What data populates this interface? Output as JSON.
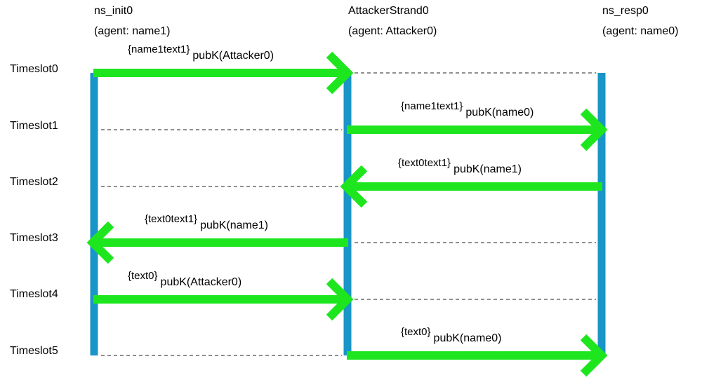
{
  "colors": {
    "lifeline": "#1a95c7",
    "arrow": "#1ee61e",
    "dashed": "#222222"
  },
  "agents": [
    {
      "name": "ns_init0",
      "role": "(agent: name1)"
    },
    {
      "name": "AttackerStrand0",
      "role": "(agent: Attacker0)"
    },
    {
      "name": "ns_resp0",
      "role": "(agent: name0)"
    }
  ],
  "timeslots": [
    "Timeslot0",
    "Timeslot1",
    "Timeslot2",
    "Timeslot3",
    "Timeslot4",
    "Timeslot5"
  ],
  "messages": [
    {
      "from": 0,
      "to": 1,
      "slot": 0,
      "payload": "{name1text1}",
      "key": "pubK(Attacker0)"
    },
    {
      "from": 1,
      "to": 2,
      "slot": 1,
      "payload": "{name1text1}",
      "key": "pubK(name0)"
    },
    {
      "from": 2,
      "to": 1,
      "slot": 2,
      "payload": "{text0text1}",
      "key": "pubK(name1)"
    },
    {
      "from": 1,
      "to": 0,
      "slot": 3,
      "payload": "{text0text1}",
      "key": "pubK(name1)"
    },
    {
      "from": 0,
      "to": 1,
      "slot": 4,
      "payload": "{text0}",
      "key": "pubK(Attacker0)"
    },
    {
      "from": 1,
      "to": 2,
      "slot": 5,
      "payload": "{text0}",
      "key": "pubK(name0)"
    }
  ]
}
